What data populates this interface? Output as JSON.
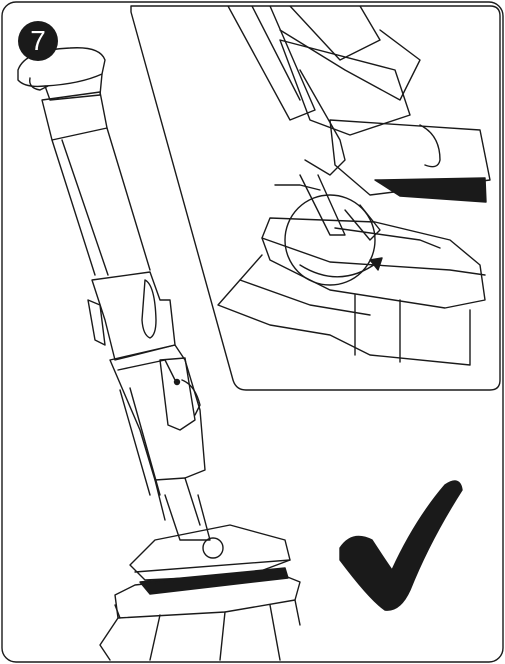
{
  "step": {
    "number": "7"
  },
  "illustration": {
    "main_view": "vacuum-on-cleaning-pad",
    "detail_view": "head-locking-into-pad",
    "confirmation_icon": "checkmark-icon"
  },
  "colors": {
    "line": "#1a1a1a",
    "badge": "#1a1a1a",
    "background": "#ffffff"
  }
}
